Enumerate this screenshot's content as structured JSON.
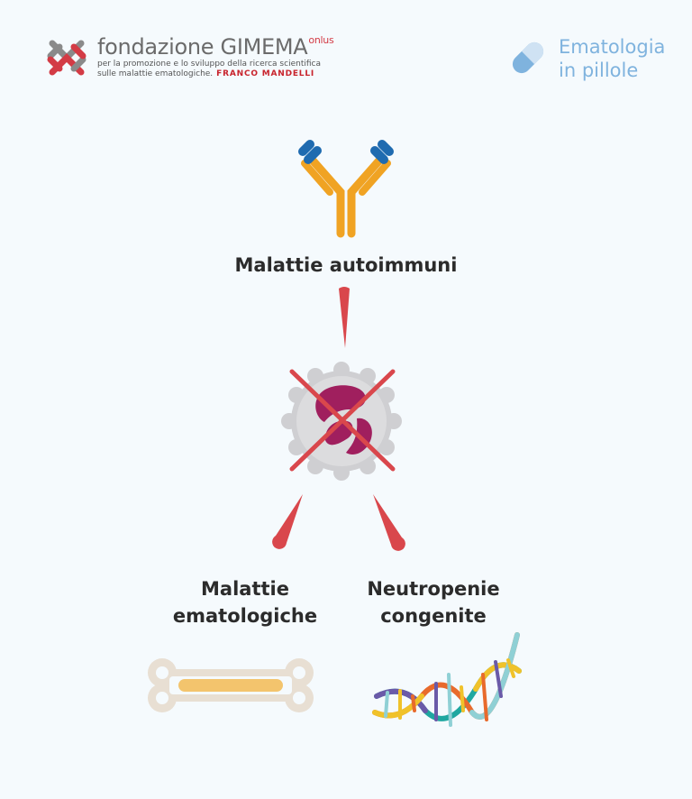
{
  "header": {
    "org_name": "fondazione GIMEMA",
    "org_suffix": "onlus",
    "tagline_line1": "per la promozione e lo sviluppo della ricerca scientifica",
    "tagline_line2": "sulle malattie ematologiche.",
    "founder": "FRANCO MANDELLI",
    "brand_line1": "Ematologia",
    "brand_line2": "in pillole"
  },
  "diagram": {
    "top_label": "Malattie autoimmuni",
    "left_label_line1": "Malattie",
    "left_label_line2": "ematologiche",
    "right_label_line1": "Neutropenie",
    "right_label_line2": "congenite"
  },
  "colors": {
    "accent_red": "#d9474c",
    "antibody_orange": "#f0a323",
    "antibody_blue": "#1f6bb0",
    "cell_gray": "#d2d2d4",
    "nucleus": "#a01f5e",
    "bone": "#e8dfd3",
    "marrow": "#f3c46d",
    "brand_blue": "#7fb3de"
  }
}
